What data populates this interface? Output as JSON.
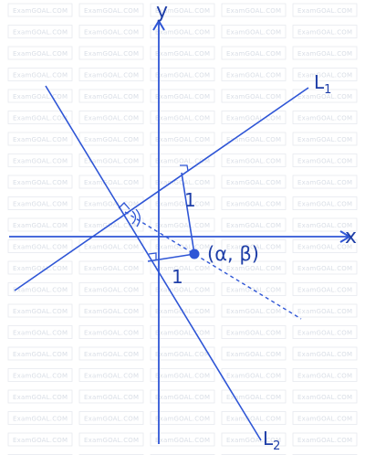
{
  "watermark": {
    "text": "ExamGOAL.COM"
  },
  "labels": {
    "axis_x": "x",
    "axis_y": "y",
    "line1_main": "L",
    "line1_sub": "1",
    "line2_main": "L",
    "line2_sub": "2",
    "dist1": "1",
    "dist2": "1",
    "point": "(α, β)"
  },
  "colors": {
    "ink": "#2f56d6",
    "label": "#1f3fa8",
    "point": "#2f56d6"
  }
}
